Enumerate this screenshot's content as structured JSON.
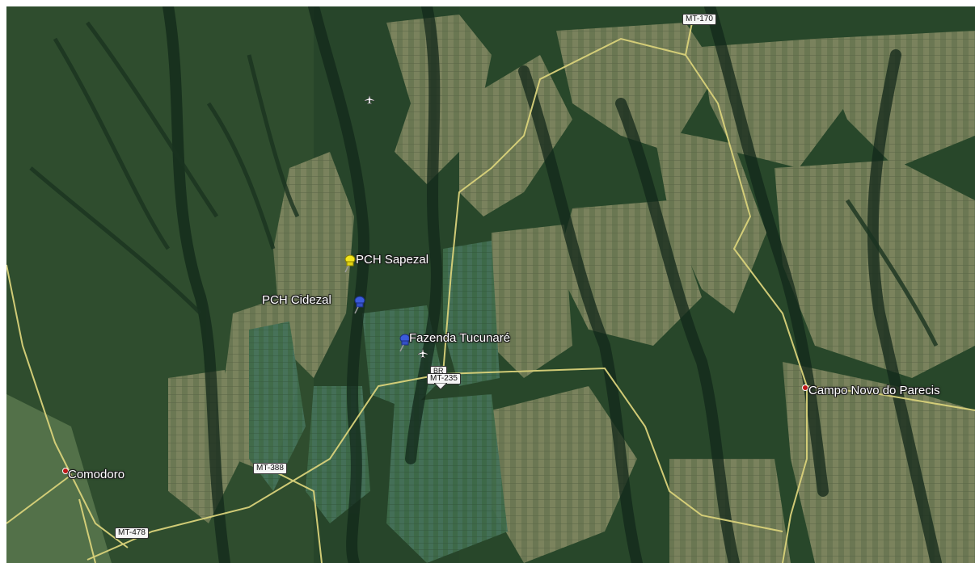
{
  "map": {
    "placemarks": [
      {
        "name": "PCH Sapezal",
        "pin": "yellow-pushpin-icon",
        "color": "#f2e51c"
      },
      {
        "name": "PCH Cidezal",
        "pin": "blue-pushpin-icon",
        "color": "#3b5bdb"
      },
      {
        "name": "Fazenda Tucunaré",
        "pin": "blue-pushpin-icon",
        "color": "#3b5bdb"
      }
    ],
    "cities": [
      "Campo Novo do Parecis",
      "Comodoro"
    ],
    "roads": {
      "mt170": "MT-170",
      "br": "BR",
      "mt235": "MT-235",
      "mt388": "MT-388",
      "mt478": "MT-478"
    },
    "airports": [
      "airport-icon"
    ],
    "colors": {
      "forest": "#1f3a21",
      "cropland": "#8a8a5c",
      "field_green": "#3f6b4a",
      "road": "#d9d27a"
    }
  }
}
